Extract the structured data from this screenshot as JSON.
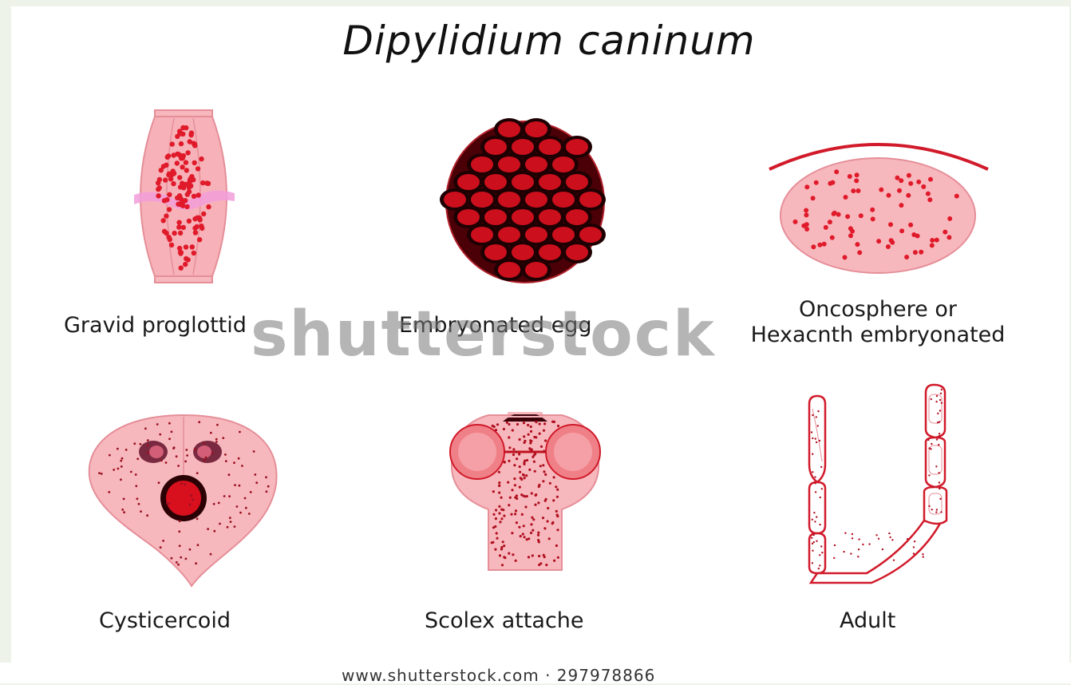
{
  "title": "Dipylidium caninum",
  "labels": {
    "gravid": "Gravid proglottid",
    "egg": "Embryonated egg",
    "oncosphere_line1": "Oncosphere or",
    "oncosphere_line2": "Hexacnth embryonated",
    "cysticercoid": "Cysticercoid",
    "scolex": "Scolex attache",
    "adult": "Adult"
  },
  "watermark": "shutterstock",
  "footer": "www.shutterstock.com · 297978866",
  "colors": {
    "pink_fill": "#f7b8bd",
    "pink_stroke": "#e58e98",
    "dot_red": "#e01a2a",
    "dark_red": "#6a0008",
    "background": "#ffffff"
  }
}
